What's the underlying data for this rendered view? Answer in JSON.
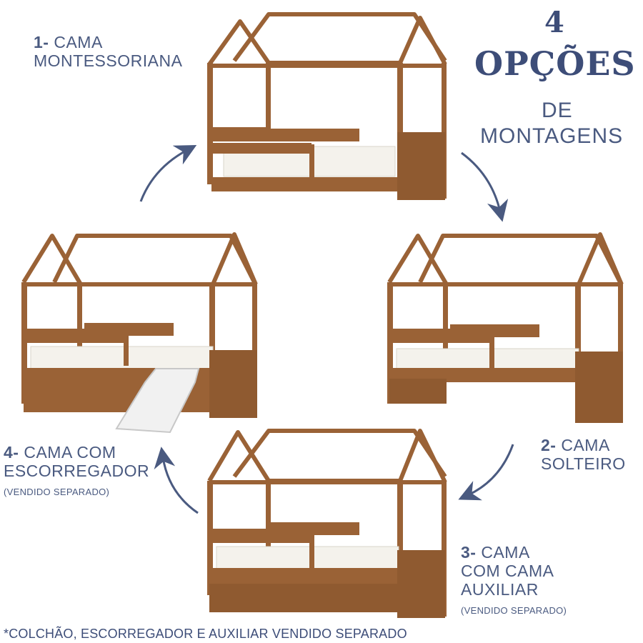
{
  "title": {
    "number": "4",
    "line1": "OPÇÕES",
    "line2": "DE",
    "line3": "MONTAGENS"
  },
  "options": [
    {
      "num": "1-",
      "lines": [
        "CAMA",
        "MONTESSORIANA"
      ],
      "note": ""
    },
    {
      "num": "2-",
      "lines": [
        "CAMA",
        "SOLTEIRO"
      ],
      "note": ""
    },
    {
      "num": "3-",
      "lines": [
        "CAMA",
        "COM CAMA",
        "AUXILIAR"
      ],
      "note": "(VENDIDO SEPARADO)"
    },
    {
      "num": "4-",
      "lines": [
        "CAMA COM",
        "ESCORREGADOR"
      ],
      "note": "(VENDIDO SEPARADO)"
    }
  ],
  "footer": "*COLCHÃO, ESCORREGADOR E AUXILIAR  VENDIDO SEPARADO",
  "colors": {
    "text": "#4a5a80",
    "title": "#3d4d78",
    "wood": "#9a6236",
    "wood_dark": "#7a4a26",
    "mattress": "#f4f2ec",
    "arrow": "#4a5a80"
  }
}
